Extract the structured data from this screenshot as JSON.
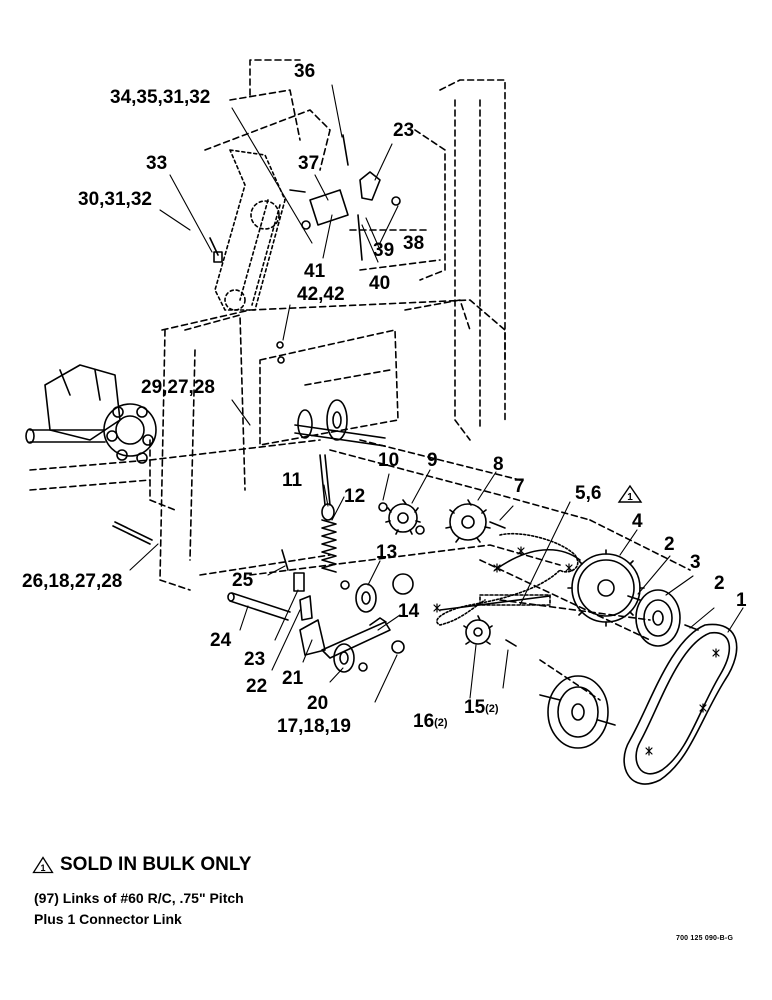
{
  "callouts": [
    {
      "id": "c36",
      "text": "36"
    },
    {
      "id": "c34",
      "text": "34,35,31,32"
    },
    {
      "id": "c23a",
      "text": "23"
    },
    {
      "id": "c33",
      "text": "33"
    },
    {
      "id": "c37",
      "text": "37"
    },
    {
      "id": "c30",
      "text": "30,31,32"
    },
    {
      "id": "c39",
      "text": "39"
    },
    {
      "id": "c38",
      "text": "38"
    },
    {
      "id": "c41",
      "text": "41"
    },
    {
      "id": "c40",
      "text": "40"
    },
    {
      "id": "c42",
      "text": "42,42"
    },
    {
      "id": "c29",
      "text": "29,27,28"
    },
    {
      "id": "c10",
      "text": "10"
    },
    {
      "id": "c9",
      "text": "9"
    },
    {
      "id": "c8",
      "text": "8"
    },
    {
      "id": "c11",
      "text": "11"
    },
    {
      "id": "c7",
      "text": "7"
    },
    {
      "id": "c12",
      "text": "12"
    },
    {
      "id": "c56",
      "text": "5,6"
    },
    {
      "id": "c4",
      "text": "4"
    },
    {
      "id": "c2a",
      "text": "2"
    },
    {
      "id": "c13",
      "text": "13"
    },
    {
      "id": "c3",
      "text": "3"
    },
    {
      "id": "c26",
      "text": "26,18,27,28"
    },
    {
      "id": "c25",
      "text": "25"
    },
    {
      "id": "c2b",
      "text": "2"
    },
    {
      "id": "c1",
      "text": "1"
    },
    {
      "id": "c14",
      "text": "14"
    },
    {
      "id": "c24",
      "text": "24"
    },
    {
      "id": "c23b",
      "text": "23"
    },
    {
      "id": "c22",
      "text": "22"
    },
    {
      "id": "c21",
      "text": "21"
    },
    {
      "id": "c20",
      "text": "20"
    },
    {
      "id": "c17",
      "text": "17,18,19"
    },
    {
      "id": "c16",
      "text": "16",
      "sub": "(2)"
    },
    {
      "id": "c15",
      "text": "15",
      "sub": "(2)"
    }
  ],
  "note": {
    "title": "SOLD IN BULK ONLY",
    "icon_number": "1",
    "line1": "(97) Links of #60 R/C, .75\" Pitch",
    "line2": "Plus 1 Connector Link"
  },
  "drawing_number": "700 125 090-B-G",
  "warning_icon_number": "1"
}
